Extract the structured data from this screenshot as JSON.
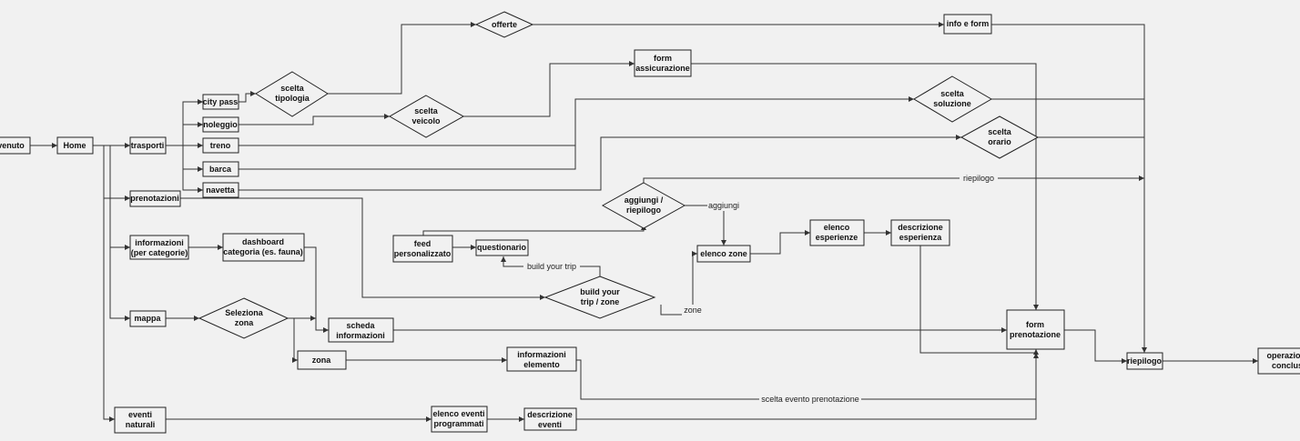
{
  "nodes": {
    "benvenuto": "venuto",
    "home": "Home",
    "trasporti": "trasporti",
    "prenotazioni": "prenotazioni",
    "informazioni": [
      "informazioni",
      "(per categorie)"
    ],
    "mappa": "mappa",
    "eventi_naturali": [
      "eventi",
      "naturali"
    ],
    "city_pass": "city pass",
    "noleggio": "noleggio",
    "treno": "treno",
    "barca": "barca",
    "navetta": "navetta",
    "scelta_tipologia": [
      "scelta",
      "tipologia"
    ],
    "scelta_veicolo": [
      "scelta",
      "veicolo"
    ],
    "offerte": "offerte",
    "info_e_form": "info e form",
    "form_assicurazione": [
      "form",
      "assicurazione"
    ],
    "scelta_soluzione": [
      "scelta",
      "soluzione"
    ],
    "scelta_orario": [
      "scelta",
      "orario"
    ],
    "aggiungi_riepilogo": [
      "aggiungi /",
      "riepilogo"
    ],
    "feed_personalizzato": [
      "feed",
      "personalizzato"
    ],
    "questionario": "questionario",
    "build_your_trip": [
      "build your",
      "trip / zone"
    ],
    "elenco_zone": "elenco zone",
    "elenco_esperienze": [
      "elenco",
      "esperienze"
    ],
    "descrizione_esperienza": [
      "descrizione",
      "esperienza"
    ],
    "dashboard_categoria": [
      "dashboard",
      "categoria (es. fauna)"
    ],
    "scheda_informazioni": [
      "scheda",
      "informazioni"
    ],
    "seleziona_zona": [
      "Seleziona",
      "zona"
    ],
    "zona": "zona",
    "informazioni_elemento": [
      "informazioni",
      "elemento"
    ],
    "form_prenotazione": [
      "form",
      "prenotazione"
    ],
    "riepilogo_finale": "riepilogo",
    "operazione_conclusa": [
      "operazio",
      "conclus"
    ],
    "elenco_eventi_programmati": [
      "elenco eventi",
      "programmati"
    ],
    "descrizione_eventi": [
      "descrizione",
      "eventi"
    ]
  },
  "edge_labels": {
    "riepilogo": "riepilogo",
    "aggiungi": "aggiungi",
    "build_your_trip": "build your trip",
    "zone": "zone",
    "scelta_evento_prenotazione": "scelta evento prenotazione"
  }
}
